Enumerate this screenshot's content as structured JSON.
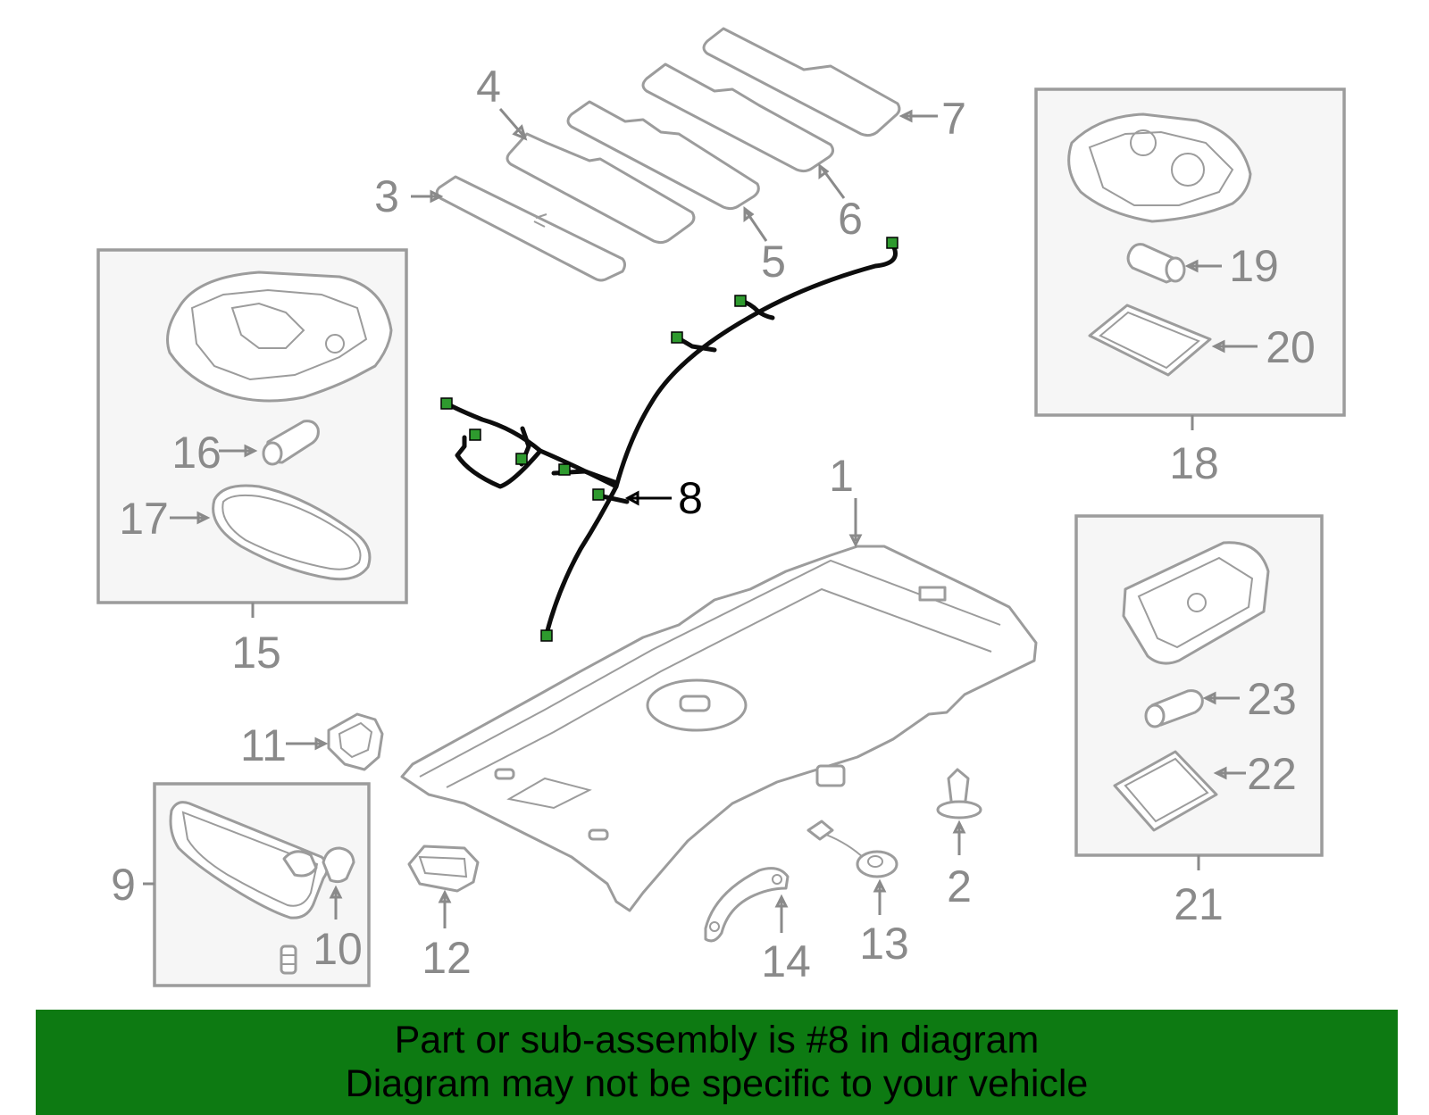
{
  "callouts": {
    "c1": "1",
    "c2": "2",
    "c3": "3",
    "c4": "4",
    "c5": "5",
    "c6": "6",
    "c7": "7",
    "c8": "8",
    "c9": "9",
    "c10": "10",
    "c11": "11",
    "c12": "12",
    "c13": "13",
    "c14": "14",
    "c15": "15",
    "c16": "16",
    "c17": "17",
    "c18": "18",
    "c19": "19",
    "c20": "20",
    "c21": "21",
    "c22": "22",
    "c23": "23"
  },
  "highlighted_part": "8",
  "banner": {
    "line1": "Part or sub-assembly is #8 in diagram",
    "line2": "Diagram may not be specific to your vehicle"
  },
  "colors": {
    "banner_background": "#0d7a12",
    "part_line": "#9c9c9c",
    "callout_text": "#8a8a8a",
    "highlight": "#000000",
    "connector": "#2e9a2e"
  }
}
